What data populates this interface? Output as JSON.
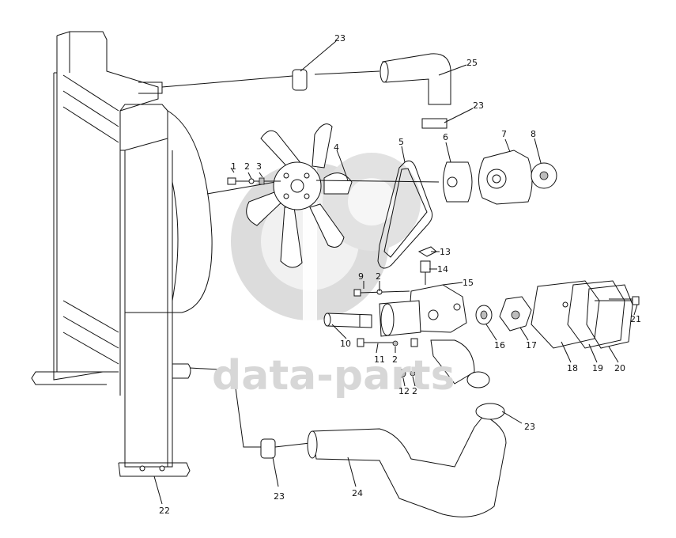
{
  "watermark": {
    "text": "data-parts",
    "logo_glyph": "dp"
  },
  "part_labels": {
    "p1": "1",
    "p2a": "2",
    "p3": "3",
    "p4": "4",
    "p5": "5",
    "p6": "6",
    "p7": "7",
    "p8": "8",
    "p9": "9",
    "p2b": "2",
    "p13": "13",
    "p14": "14",
    "p15": "15",
    "p10": "10",
    "p16": "16",
    "p17": "17",
    "p18": "18",
    "p19": "19",
    "p20": "20",
    "p21": "21",
    "p11": "11",
    "p2c": "2",
    "p12": "12",
    "p2d": "2",
    "p23a": "23",
    "p25": "25",
    "p23b": "23",
    "p23c": "23",
    "p23d": "23",
    "p24": "24",
    "p22": "22"
  },
  "colors": {
    "line": "#111111",
    "watermark": "#d7d7d7",
    "shade": "#bdbdbd"
  }
}
